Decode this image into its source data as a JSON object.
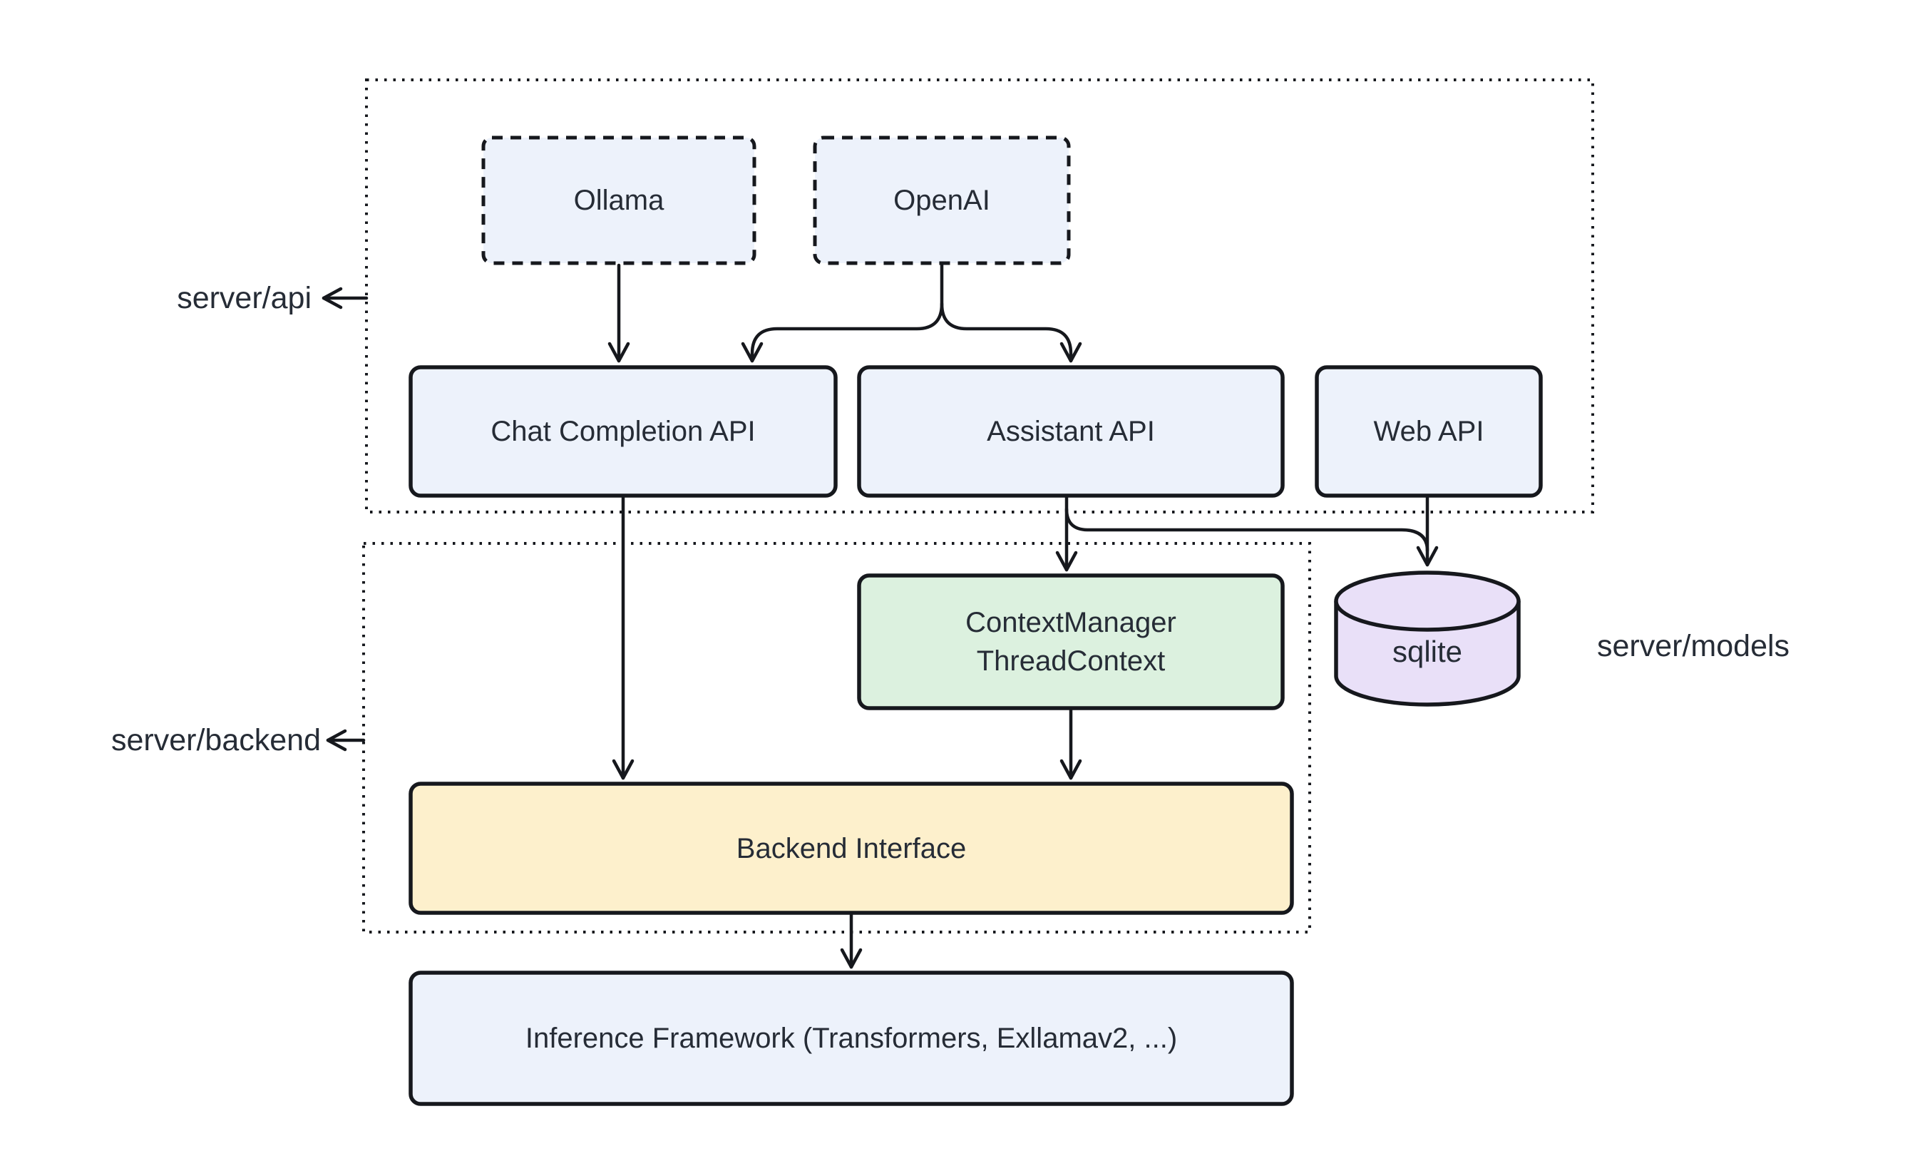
{
  "diagram": {
    "type": "architecture-diagram",
    "background": "#ffffff",
    "stroke_color": "#16181d",
    "text_color": "#262c36",
    "containers": [
      {
        "id": "server-api",
        "label": "server/api",
        "border_style": "dotted"
      },
      {
        "id": "server-backend",
        "label": "server/backend",
        "border_style": "dotted"
      }
    ],
    "side_labels": {
      "api": "server/api",
      "backend": "server/backend",
      "models": "server/models"
    },
    "nodes": {
      "ollama": {
        "label": "Ollama",
        "fill": "#edf2fb",
        "border": "dashed",
        "shape": "rect"
      },
      "openai": {
        "label": "OpenAI",
        "fill": "#edf2fb",
        "border": "dashed",
        "shape": "rect"
      },
      "chat_api": {
        "label": "Chat Completion API",
        "fill": "#edf2fb",
        "border": "solid",
        "shape": "rect"
      },
      "assistant_api": {
        "label": "Assistant API",
        "fill": "#edf2fb",
        "border": "solid",
        "shape": "rect"
      },
      "web_api": {
        "label": "Web API",
        "fill": "#edf2fb",
        "border": "solid",
        "shape": "rect"
      },
      "context_manager": {
        "line1": "ContextManager",
        "line2": "ThreadContext",
        "fill": "#dcf1df",
        "border": "solid",
        "shape": "rect"
      },
      "backend_interface": {
        "label": "Backend Interface",
        "fill": "#fdf0cc",
        "border": "solid",
        "shape": "rect"
      },
      "inference": {
        "label": "Inference Framework (Transformers, Exllamav2, ...)",
        "fill": "#edf2fb",
        "border": "solid",
        "shape": "rect"
      },
      "sqlite": {
        "label": "sqlite",
        "fill": "#e9e0f8",
        "border": "solid",
        "shape": "cylinder"
      }
    },
    "edges": [
      {
        "from": "Ollama",
        "to": "Chat Completion API"
      },
      {
        "from": "OpenAI",
        "to": "Chat Completion API"
      },
      {
        "from": "OpenAI",
        "to": "Assistant API"
      },
      {
        "from": "Chat Completion API",
        "to": "Backend Interface"
      },
      {
        "from": "Assistant API",
        "to": "ContextManager ThreadContext"
      },
      {
        "from": "Assistant API",
        "to": "sqlite"
      },
      {
        "from": "Web API",
        "to": "sqlite"
      },
      {
        "from": "ContextManager ThreadContext",
        "to": "Backend Interface"
      },
      {
        "from": "Backend Interface",
        "to": "Inference Framework (Transformers, Exllamav2, ...)"
      }
    ]
  }
}
